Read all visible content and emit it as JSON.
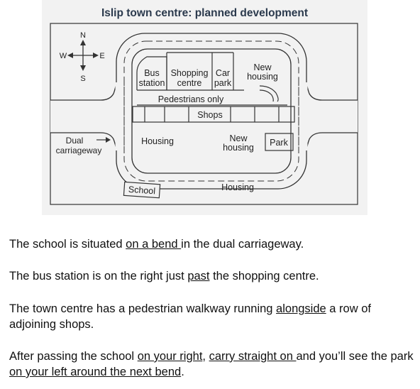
{
  "map": {
    "title": "Islip town centre: planned development",
    "compass": {
      "n": "N",
      "s": "S",
      "e": "E",
      "w": "W"
    },
    "labels": {
      "bus_station_1": "Bus",
      "bus_station_2": "station",
      "shopping_centre_1": "Shopping",
      "shopping_centre_2": "centre",
      "car_park_1": "Car",
      "car_park_2": "park",
      "new_housing_ne_1": "New",
      "new_housing_ne_2": "housing",
      "pedestrians_only": "Pedestrians only",
      "shops": "Shops",
      "dual_carriageway_1": "Dual",
      "dual_carriageway_2": "carriageway",
      "housing_west": "Housing",
      "new_housing_centre_1": "New",
      "new_housing_centre_2": "housing",
      "park": "Park",
      "school": "School",
      "housing_south": "Housing"
    }
  },
  "sentences": [
    {
      "parts": [
        {
          "text": "The school is situated ",
          "u": false
        },
        {
          "text": "on a bend ",
          "u": true
        },
        {
          "text": "in the dual carriageway.",
          "u": false
        }
      ]
    },
    {
      "parts": [
        {
          "text": "The bus station is on the right just ",
          "u": false
        },
        {
          "text": "past",
          "u": true
        },
        {
          "text": " the shopping centre.",
          "u": false
        }
      ]
    },
    {
      "parts": [
        {
          "text": "The town centre has a pedestrian walkway running ",
          "u": false
        },
        {
          "text": "alongside",
          "u": true
        },
        {
          "text": " a row of adjoining shops.",
          "u": false
        }
      ]
    },
    {
      "parts": [
        {
          "text": "After passing the school ",
          "u": false
        },
        {
          "text": "on your right",
          "u": true
        },
        {
          "text": ", ",
          "u": false
        },
        {
          "text": "carry straight on ",
          "u": true
        },
        {
          "text": "and you’ll see the park ",
          "u": false
        },
        {
          "text": "on your left around the next bend",
          "u": true
        },
        {
          "text": ".",
          "u": false
        }
      ]
    }
  ]
}
